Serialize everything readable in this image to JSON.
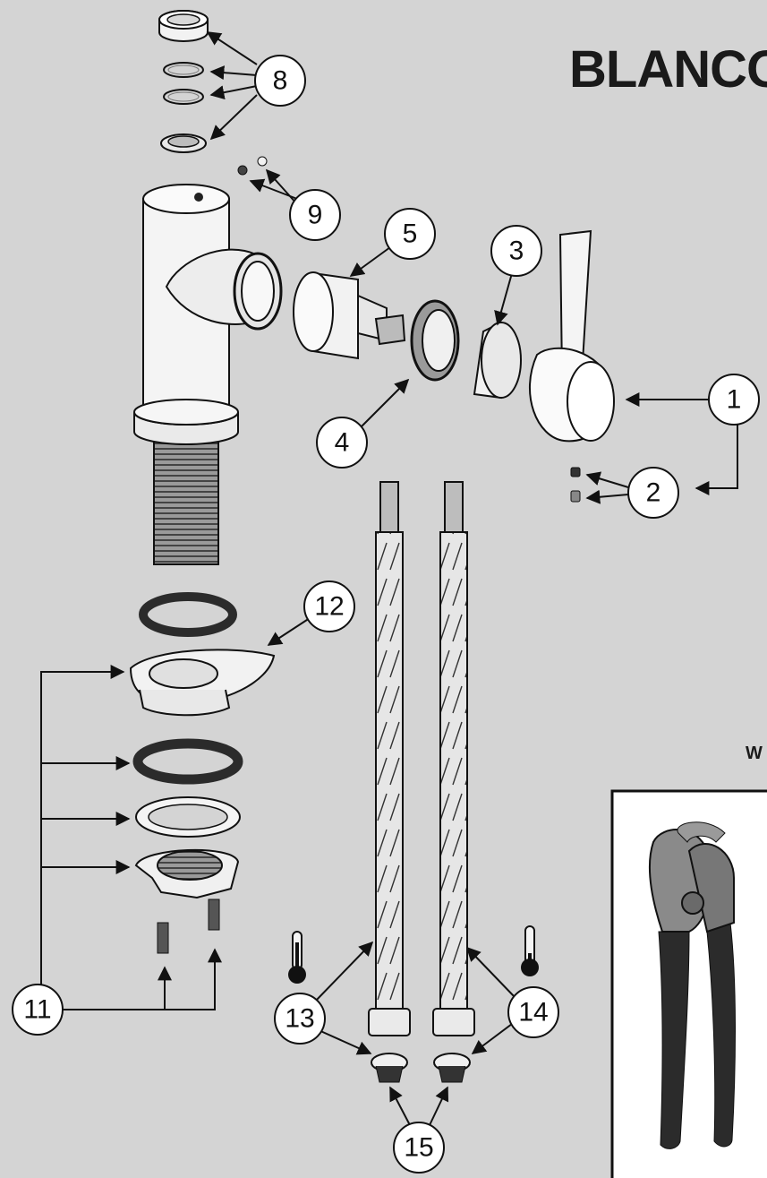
{
  "title": "BLANCO",
  "side_text": "W",
  "callouts": [
    "1",
    "2",
    "3",
    "4",
    "5",
    "8",
    "9",
    "11",
    "12",
    "13",
    "14",
    "15"
  ],
  "tool_panel": {
    "icon": "pliers-icon"
  },
  "icons": {
    "hot_water": "thermometer-hot-icon",
    "cold_water": "thermometer-cold-icon"
  },
  "colors": {
    "background": "#d4d4d4",
    "line": "#111111",
    "part_fill": "#f2f2f2",
    "gasket": "#2b2b2b"
  }
}
